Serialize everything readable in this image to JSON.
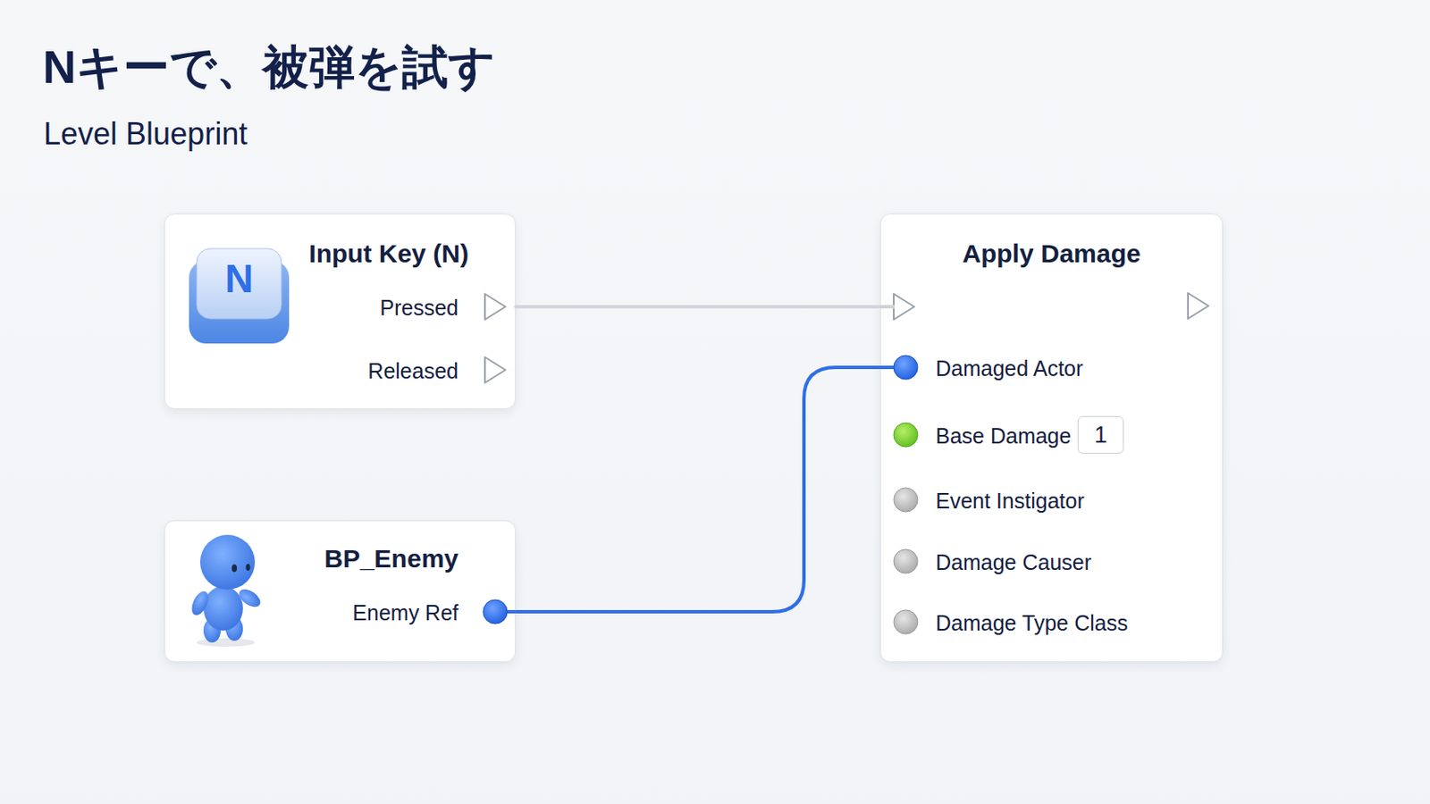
{
  "diagram": {
    "title": "Nキーで、被弾を試す",
    "nodes": [
      {
        "text": [
          "Input Key (N)",
          "Pressed",
          "Released"
        ]
      },
      {
        "text": [
          "N"
        ],
        "in": 0
      },
      {
        "text": [
          "Apply Damage",
          "Damaged Actor",
          "Base Damage",
          "Event Instigator",
          "Damage Causer",
          "Damage Type Class"
        ]
      },
      {
        "text": [
          "1"
        ],
        "in": 2
      },
      {
        "text": [
          "BP_Enemy",
          "Enemy Ref"
        ]
      }
    ],
    "edges": [
      {
        "from": 0,
        "to": 2,
        "arrow": "to"
      },
      {
        "from": 4,
        "to": 2,
        "arrow": "none"
      }
    ],
    "labels": [
      "Level Blueprint"
    ]
  }
}
